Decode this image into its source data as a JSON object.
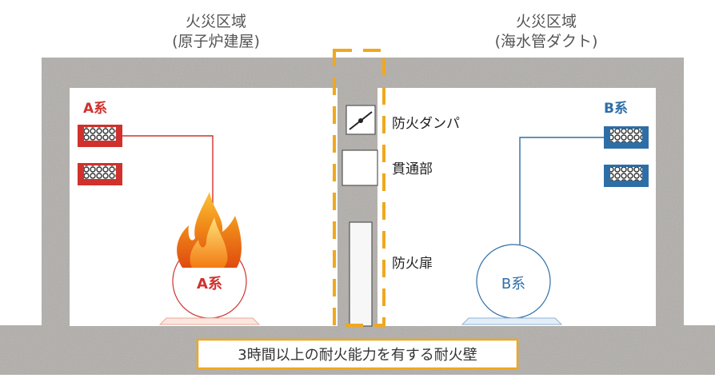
{
  "zones": {
    "left": {
      "line1": "火災区域",
      "line2": "(原子炉建屋)"
    },
    "right": {
      "line1": "火災区域",
      "line2": "(海水管ダクト)"
    }
  },
  "trains": {
    "a": {
      "label": "A系",
      "equipment_label": "A系",
      "color": "#d0312d"
    },
    "b": {
      "label": "B系",
      "equipment_label": "B系",
      "color": "#2e6ea6"
    }
  },
  "wall_parts": {
    "damper": "防火ダンパ",
    "penetration": "貫通部",
    "door": "防火扉"
  },
  "fire_wall_caption": "3時間以上の耐火能力を有する耐火壁",
  "colors": {
    "highlight": "#f0a81e",
    "concrete": "#9a9692"
  }
}
